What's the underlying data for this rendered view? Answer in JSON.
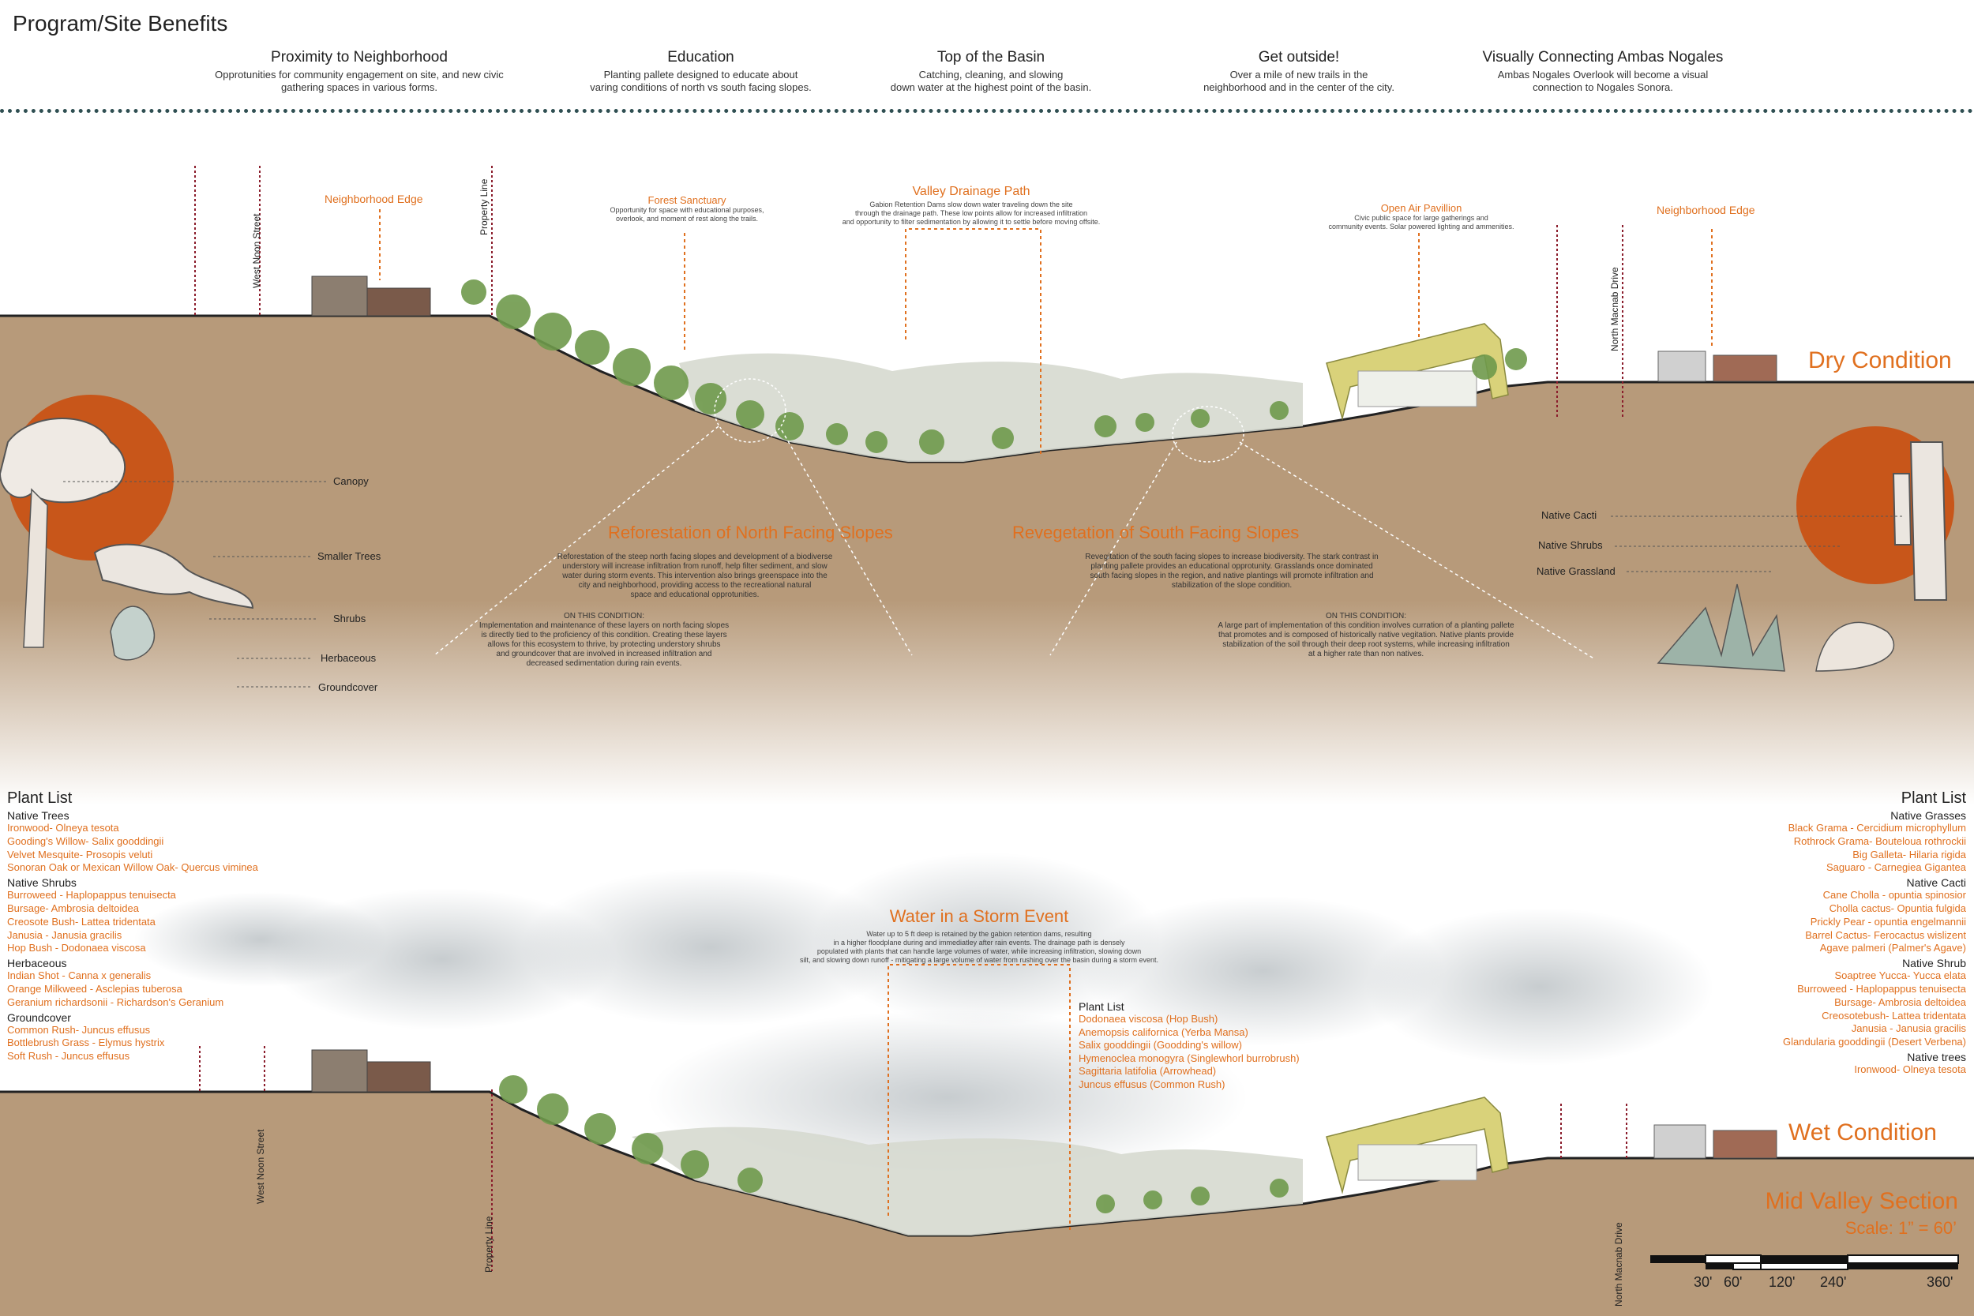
{
  "page_title": "Program/Site Benefits",
  "benefits": [
    {
      "title": "Proximity to Neighborhood",
      "desc": [
        "Opprotunities for community engagement on site, and new civic",
        "gathering spaces in various forms."
      ]
    },
    {
      "title": "Education",
      "desc": [
        "Planting pallete designed to educate about",
        "varing conditions of north vs south facing slopes."
      ]
    },
    {
      "title": "Top of the Basin",
      "desc": [
        "Catching, cleaning, and slowing",
        "down water at the highest point of the basin."
      ]
    },
    {
      "title": "Get outside!",
      "desc": [
        "Over a mile of new trails in the",
        "neighborhood and in the center of the city."
      ]
    },
    {
      "title": "Visually Connecting Ambas Nogales",
      "desc": [
        "Ambas Nogales Overlook will become a visual",
        "connection to Nogales Sonora."
      ]
    }
  ],
  "dry": {
    "condition": "Dry Condition",
    "street_left": "West Noon Street",
    "property_line": "Property Line",
    "street_right": "North Macnab Drive",
    "edge_left": "Neighborhood Edge",
    "edge_right": "Neighborhood Edge",
    "forest": {
      "title": "Forest Sanctuary",
      "desc": [
        "Opportunity for space with educational purposes,",
        "overlook, and moment of rest along the trails."
      ]
    },
    "drainage": {
      "title": "Valley Drainage Path",
      "desc": [
        "Gabion Retention Dams slow down water traveling down the site",
        "through the drainage path. These low points allow for increased infiltration",
        "and opportunity to filter sedimentation by allowing it to settle before moving offsite."
      ]
    },
    "pavilion": {
      "title": "Open Air Pavillion",
      "desc": [
        "Civic public space for large gatherings and",
        "community events. Solar powered lighting and ammenities."
      ]
    }
  },
  "layers_left": [
    "Canopy",
    "Smaller Trees",
    "Shrubs",
    "Herbaceous",
    "Groundcover"
  ],
  "layers_right": [
    "Native Cacti",
    "Native Shrubs",
    "Native Grassland"
  ],
  "north": {
    "title": "Reforestation of North Facing Slopes",
    "p1": [
      "Reforestation of the steep north facing slopes and development of a biodiverse",
      "understory will increase infiltration from runoff, help filter sediment, and slow",
      "water during storm events. This intervention also brings greenspace into the",
      "city and neighborhood, providing access to the recreational natural",
      "space and educational opprotunities."
    ],
    "cond": "ON THIS CONDITION:",
    "p2": [
      "Implementation and maintenance of these layers on north facing slopes",
      "is directly tied to the proficiency of this condition. Creating these layers",
      "allows for this ecosystem to thrive, by protecting understory shrubs",
      "and groundcover that are involved in increased infiltration and",
      "decreased sedimentation during rain events."
    ]
  },
  "south": {
    "title": "Revegetation of South Facing Slopes",
    "p1": [
      "Revegitation of the south facing slopes to increase biodiversity. The stark contrast in",
      "planting pallete provides an educational opprotunity. Grasslands once dominated",
      "south facing slopes in the region, and native plantings will promote infiltration and",
      "stabilization of the slope condition."
    ],
    "cond": "ON THIS CONDITION:",
    "p2": [
      "A large part of implementation of this condition involves curration of a planting pallete",
      "that promotes and is composed of historically native vegitation. Native plants provide",
      "stabilization of the soil through their deep root systems, while increasing infiltration",
      "at a higher rate than non natives."
    ]
  },
  "plant_list_left": {
    "title": "Plant List",
    "groups": [
      {
        "head": "Native Trees",
        "items": [
          "Ironwood- Olneya tesota",
          "Gooding's Willow- Salix gooddingii",
          "Velvet Mesquite- Prosopis veluti",
          "Sonoran Oak or Mexican Willow Oak- Quercus viminea"
        ]
      },
      {
        "head": "Native Shrubs",
        "items": [
          "Burroweed - Haplopappus tenuisecta",
          "Bursage- Ambrosia deltoidea",
          "Creosote Bush- Lattea tridentata",
          "Janusia - Janusia gracilis",
          "Hop Bush - Dodonaea viscosa"
        ]
      },
      {
        "head": "Herbaceous",
        "items": [
          "Indian Shot - Canna x generalis",
          "Orange Milkweed - Asclepias tuberosa",
          "Geranium richardsonii - Richardson's Geranium"
        ]
      },
      {
        "head": "Groundcover",
        "items": [
          "Common Rush- Juncus effusus",
          "Bottlebrush Grass - Elymus hystrix",
          "Soft Rush - Juncus effusus"
        ]
      }
    ]
  },
  "plant_list_right": {
    "title": "Plant List",
    "groups": [
      {
        "head": "Native Grasses",
        "items": [
          "Black Grama - Cercidium microphyllum",
          "Rothrock Grama- Bouteloua rothrockii",
          "Big Galleta- Hilaria rigida",
          "Saguaro - Carnegiea Gigantea"
        ]
      },
      {
        "head": "Native Cacti",
        "items": [
          "Cane Cholla - opuntia spinosior",
          "Cholla cactus- Opuntia fulgida",
          "Prickly Pear - opuntia engelmannii",
          "Barrel Cactus- Ferocactus wislizent",
          "Agave palmeri (Palmer's Agave)"
        ]
      },
      {
        "head": "Native Shrub",
        "items": [
          "Soaptree Yucca- Yucca elata",
          "Burroweed - Haplopappus tenuisecta",
          "Bursage- Ambrosia deltoidea",
          "Creosotebush- Lattea tridentata",
          "Janusia - Janusia gracilis",
          "Glandularia gooddingii (Desert Verbena)"
        ]
      },
      {
        "head": "Native trees",
        "items": [
          "Ironwood- Olneya tesota"
        ]
      }
    ]
  },
  "storm": {
    "title": "Water in a Storm Event",
    "desc": [
      "Water up to 5 ft deep is retained by the gabion retention dams, resulting",
      "in a higher floodplane during and immediatley after rain events. The drainage path is densely",
      "populated with plants that can handle large volumes of water, while increasing infiltration, slowing down",
      "silt, and slowing down runoff - mitigating a large volume of water from rushing over the basin during a storm event."
    ],
    "list_title": "Plant List",
    "items": [
      "Dodonaea viscosa (Hop Bush)",
      "Anemopsis californica (Yerba Mansa)",
      "Salix gooddingii (Goodding's willow)",
      "Hymenoclea monogyra (Singlewhorl burrobrush)",
      "Sagittaria latifolia (Arrowhead)",
      "Juncus effusus (Common Rush)"
    ]
  },
  "wet": {
    "condition": "Wet Condition",
    "street_left": "West Noon Street",
    "property_line": "Property Line",
    "street_right": "North Macnab Drive"
  },
  "scale": {
    "title": "Mid Valley Section",
    "subtitle": "Scale: 1” = 60’",
    "ticks": [
      "30'",
      "60'",
      "120'",
      "240'",
      "360'"
    ]
  },
  "colors": {
    "accent": "#e0701f",
    "soil": "#b79a7a",
    "foliage": "#6f9a4c",
    "divider": "#2f4f52"
  }
}
